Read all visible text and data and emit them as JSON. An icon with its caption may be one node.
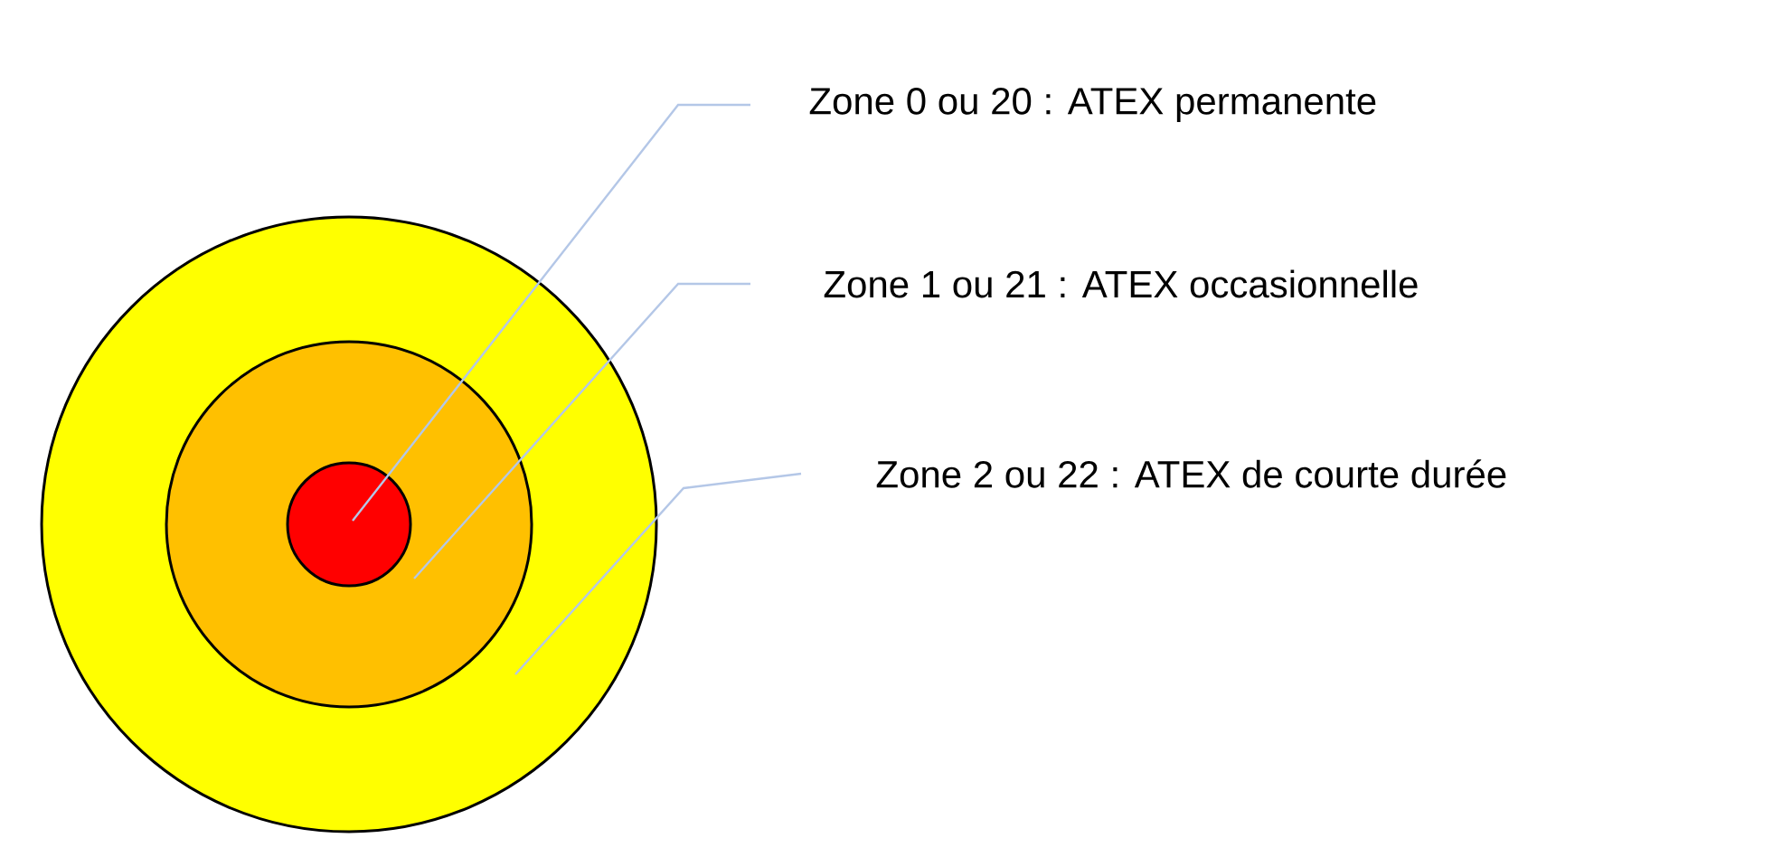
{
  "diagram": {
    "nodes": [
      {
        "text": [],
        "shape": "circle"
      },
      {
        "text": [],
        "shape": "circle",
        "in": 0
      },
      {
        "text": [],
        "shape": "circle",
        "in": 1
      },
      {
        "text": [
          "Zone 0 ou 20 : ATEX permanente"
        ]
      },
      {
        "text": [
          "Zone 1 ou 21 : ATEX occasionnelle"
        ]
      },
      {
        "text": [
          "Zone 2 ou 22 : ATEX de courte durée"
        ]
      }
    ],
    "edges": [
      {
        "from": 3,
        "to": 2,
        "arrow": "none"
      },
      {
        "from": 4,
        "to": 1,
        "arrow": "none"
      },
      {
        "from": 5,
        "to": 0,
        "arrow": "none"
      }
    ]
  }
}
